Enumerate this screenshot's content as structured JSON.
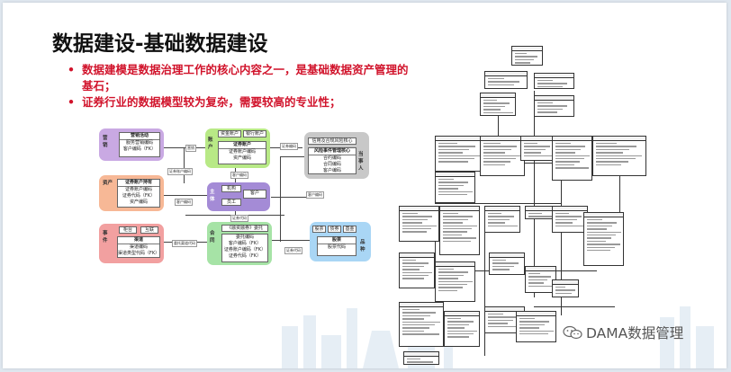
{
  "slide": {
    "title": "数据建设-基础数据建设",
    "bullets": [
      "数据建模是数据治理工作的核心内容之一，是基础数据资产管理的基石；",
      "证券行业的数据模型较为复杂，需要较高的专业性；"
    ],
    "bullet_marker": "•"
  },
  "diagram": {
    "groups": [
      {
        "id": "market",
        "tag": "营销",
        "color": "#c9a9e3",
        "inner_title": "营销活动",
        "inner_lines": [
          "服务营销编码",
          "客户编码（FK）"
        ]
      },
      {
        "id": "account",
        "tag": "账户",
        "color": "#b8e986",
        "badge1": "资金账户",
        "badge2": "银行账户",
        "inner_title": "证券账户",
        "inner_lines": [
          "证券账户编码",
          "资产编码"
        ]
      },
      {
        "id": "party",
        "tag": "当事人",
        "color": "#c8c8c8",
        "inner_title": "信用及合规风险核心",
        "inner_lines": [
          "风险事件管理核心",
          "合约编码",
          "合同编码",
          "客户编码"
        ]
      },
      {
        "id": "asset",
        "tag": "资产",
        "color": "#f7b896",
        "inner_title": "证券账户持有",
        "inner_lines": [
          "证券账户编码",
          "证券代码（FK）",
          "资产编码"
        ]
      },
      {
        "id": "subject",
        "tag": "主体",
        "color": "#a48bd6",
        "badge1": "机构",
        "badge2": "客户",
        "badge3": "员工"
      },
      {
        "id": "event",
        "tag": "事件",
        "color": "#f2a0a0",
        "badge1": "柜台",
        "badge2": "互联",
        "inner_title": "渠道",
        "inner_lines": [
          "渠道编码",
          "渠道类型代码（FK）"
        ]
      },
      {
        "id": "contract",
        "tag": "合同",
        "color": "#a6e3a6",
        "inner_title": "《融资融券》委托",
        "inner_lines": [
          "委托编码",
          "客户编码（FK）",
          "证券账户编码（FK）",
          "证券代码（FK）",
          "合约编码（FK）"
        ]
      },
      {
        "id": "product",
        "tag": "品种",
        "color": "#a9d6f5",
        "badge1": "股票",
        "badge2": "债券",
        "badge3": "基金",
        "inner_title": "股票",
        "inner_lines": [
          "股票代码"
        ]
      }
    ],
    "relation_labels": [
      "营销",
      "证券账户编码",
      "客户编码",
      "证券编码",
      "客户编码",
      "客户编码",
      "证券代码",
      "委托渠道代码",
      "证券代码"
    ]
  },
  "watermark": {
    "text": "DAMA数据管理"
  },
  "colors": {
    "title": "#111111",
    "bullet_text": "#d1132b",
    "page_bg": "#dfe7ef"
  }
}
